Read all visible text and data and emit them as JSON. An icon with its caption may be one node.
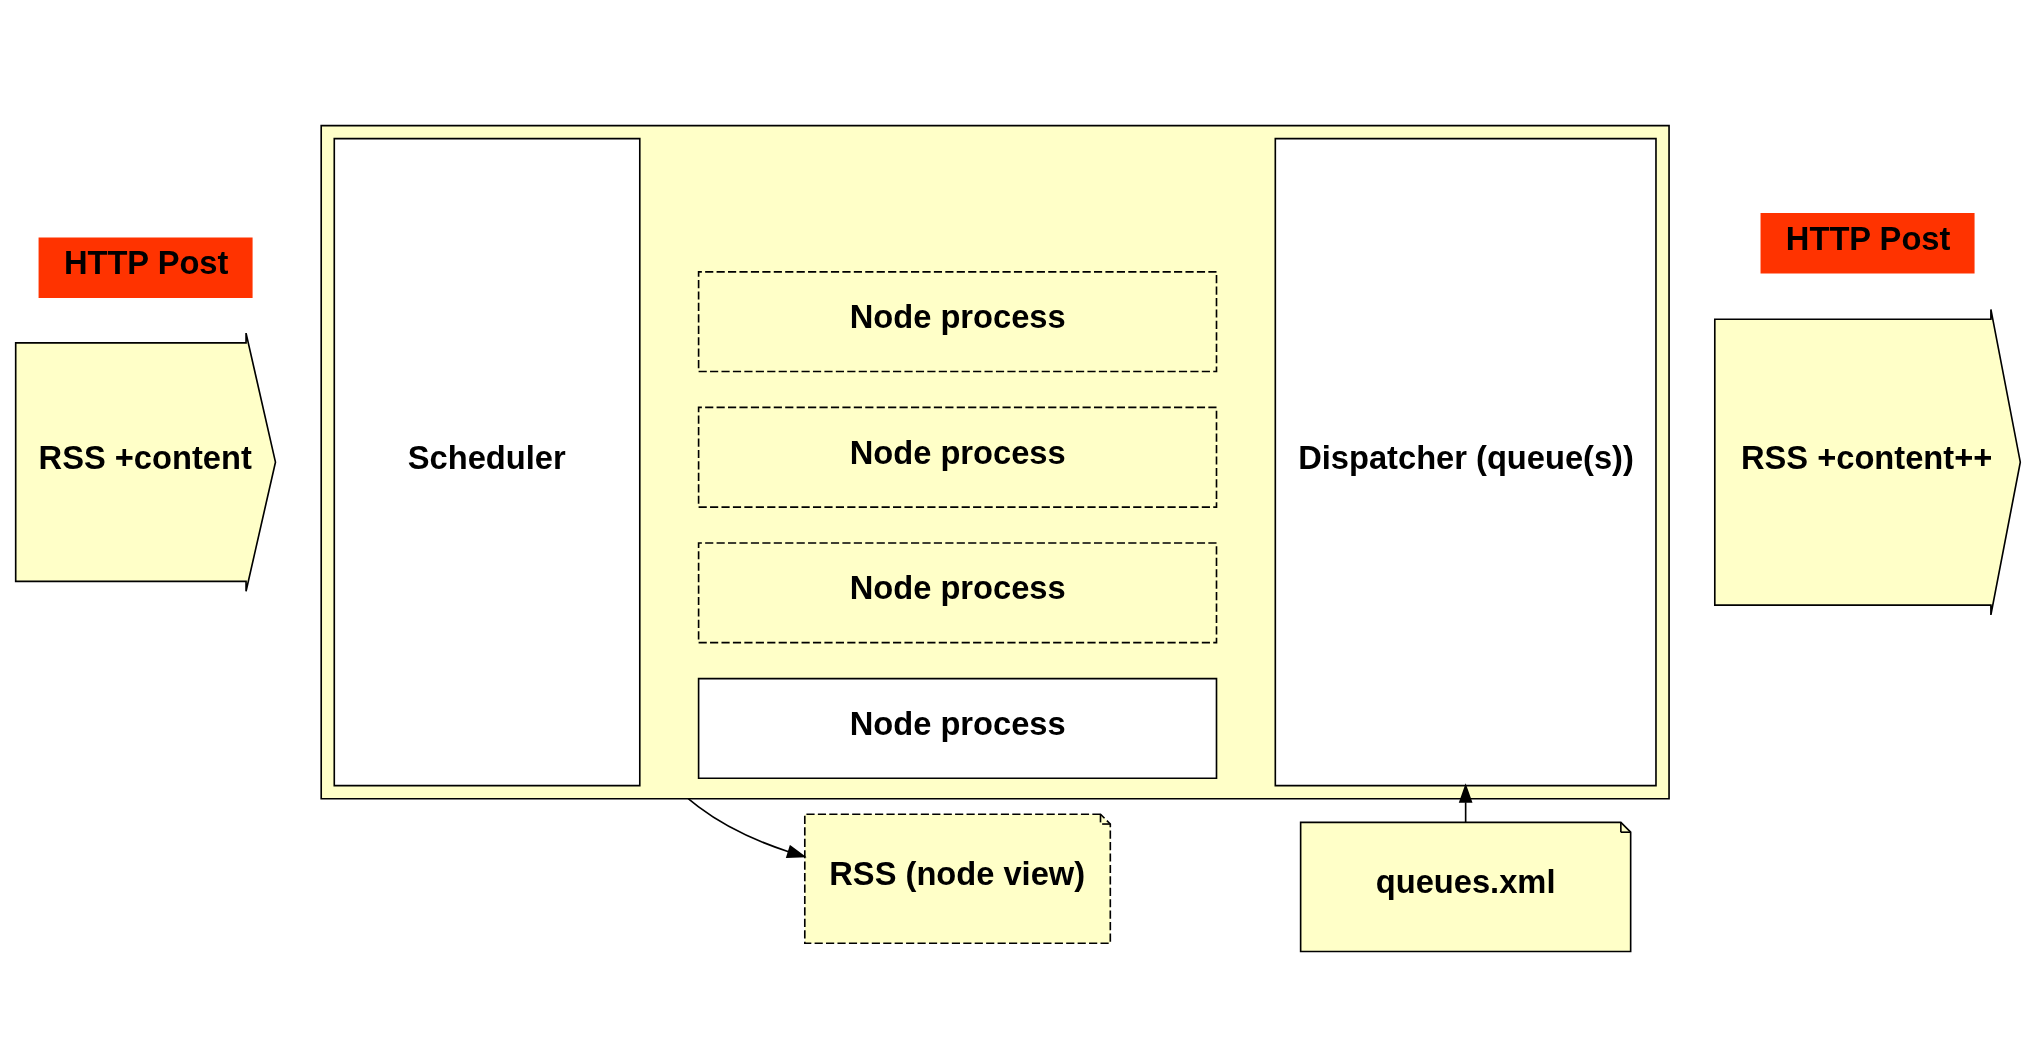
{
  "diagram": {
    "nodes": [
      {
        "text": [
          "HTTP Post"
        ]
      },
      {
        "text": [
          "RSS +content"
        ]
      },
      {
        "text": [],
        "shape": "box"
      },
      {
        "text": [
          "Scheduler"
        ],
        "in": 2
      },
      {
        "text": [
          "Node process"
        ],
        "in": 2
      },
      {
        "text": [
          "Node process"
        ],
        "in": 2
      },
      {
        "text": [
          "Node process"
        ],
        "in": 2
      },
      {
        "text": [
          "Node process"
        ],
        "in": 2
      },
      {
        "text": [
          "Dispatcher (queue(s))"
        ],
        "in": 2
      },
      {
        "text": [
          "HTTP Post"
        ]
      },
      {
        "text": [
          "RSS +content++"
        ]
      },
      {
        "text": [
          "RSS (node view)"
        ]
      },
      {
        "text": [
          "queues.xml"
        ]
      }
    ],
    "edges": [
      {
        "from": 2,
        "to": 11,
        "arrow": "to"
      },
      {
        "from": 12,
        "to": 8,
        "arrow": "to"
      }
    ]
  }
}
